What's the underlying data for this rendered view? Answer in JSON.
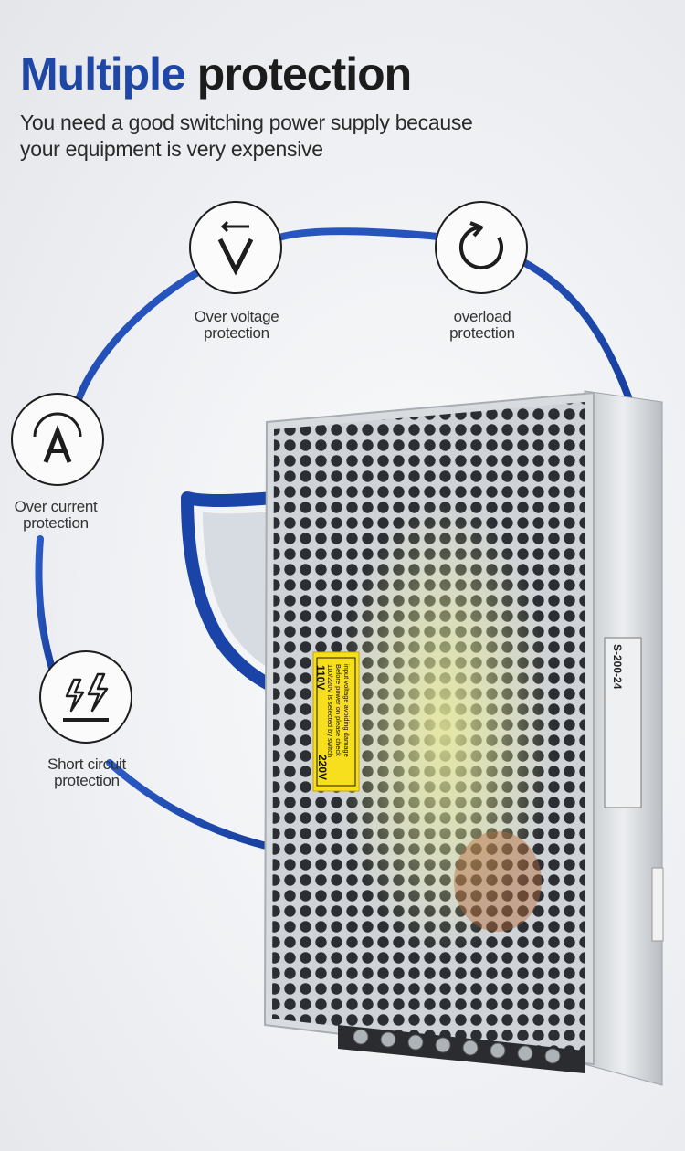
{
  "header": {
    "title_accent": "Multiple",
    "title_rest": "protection",
    "subtitle": "You need a good switching power supply because your equipment is very expensive"
  },
  "features": [
    {
      "label": "Over voltage\nprotection",
      "icon": "over-voltage-icon"
    },
    {
      "label": "overload\nprotection",
      "icon": "overload-icon"
    },
    {
      "label": "Over current\nprotection",
      "icon": "over-current-icon"
    },
    {
      "label": "Short circuit\nprotection",
      "icon": "short-circuit-icon"
    }
  ],
  "product": {
    "warning_top": "110/220V is selected by switch",
    "warning_line2": "Before power on please check",
    "warning_line3": "input voltage avoiding damage",
    "voltage_low": "110V",
    "voltage_high": "220V",
    "model": "S-200-24"
  },
  "colors": {
    "accent": "#1f47a6",
    "arc": "#2250b8",
    "warning_label": "#f7df1e"
  }
}
